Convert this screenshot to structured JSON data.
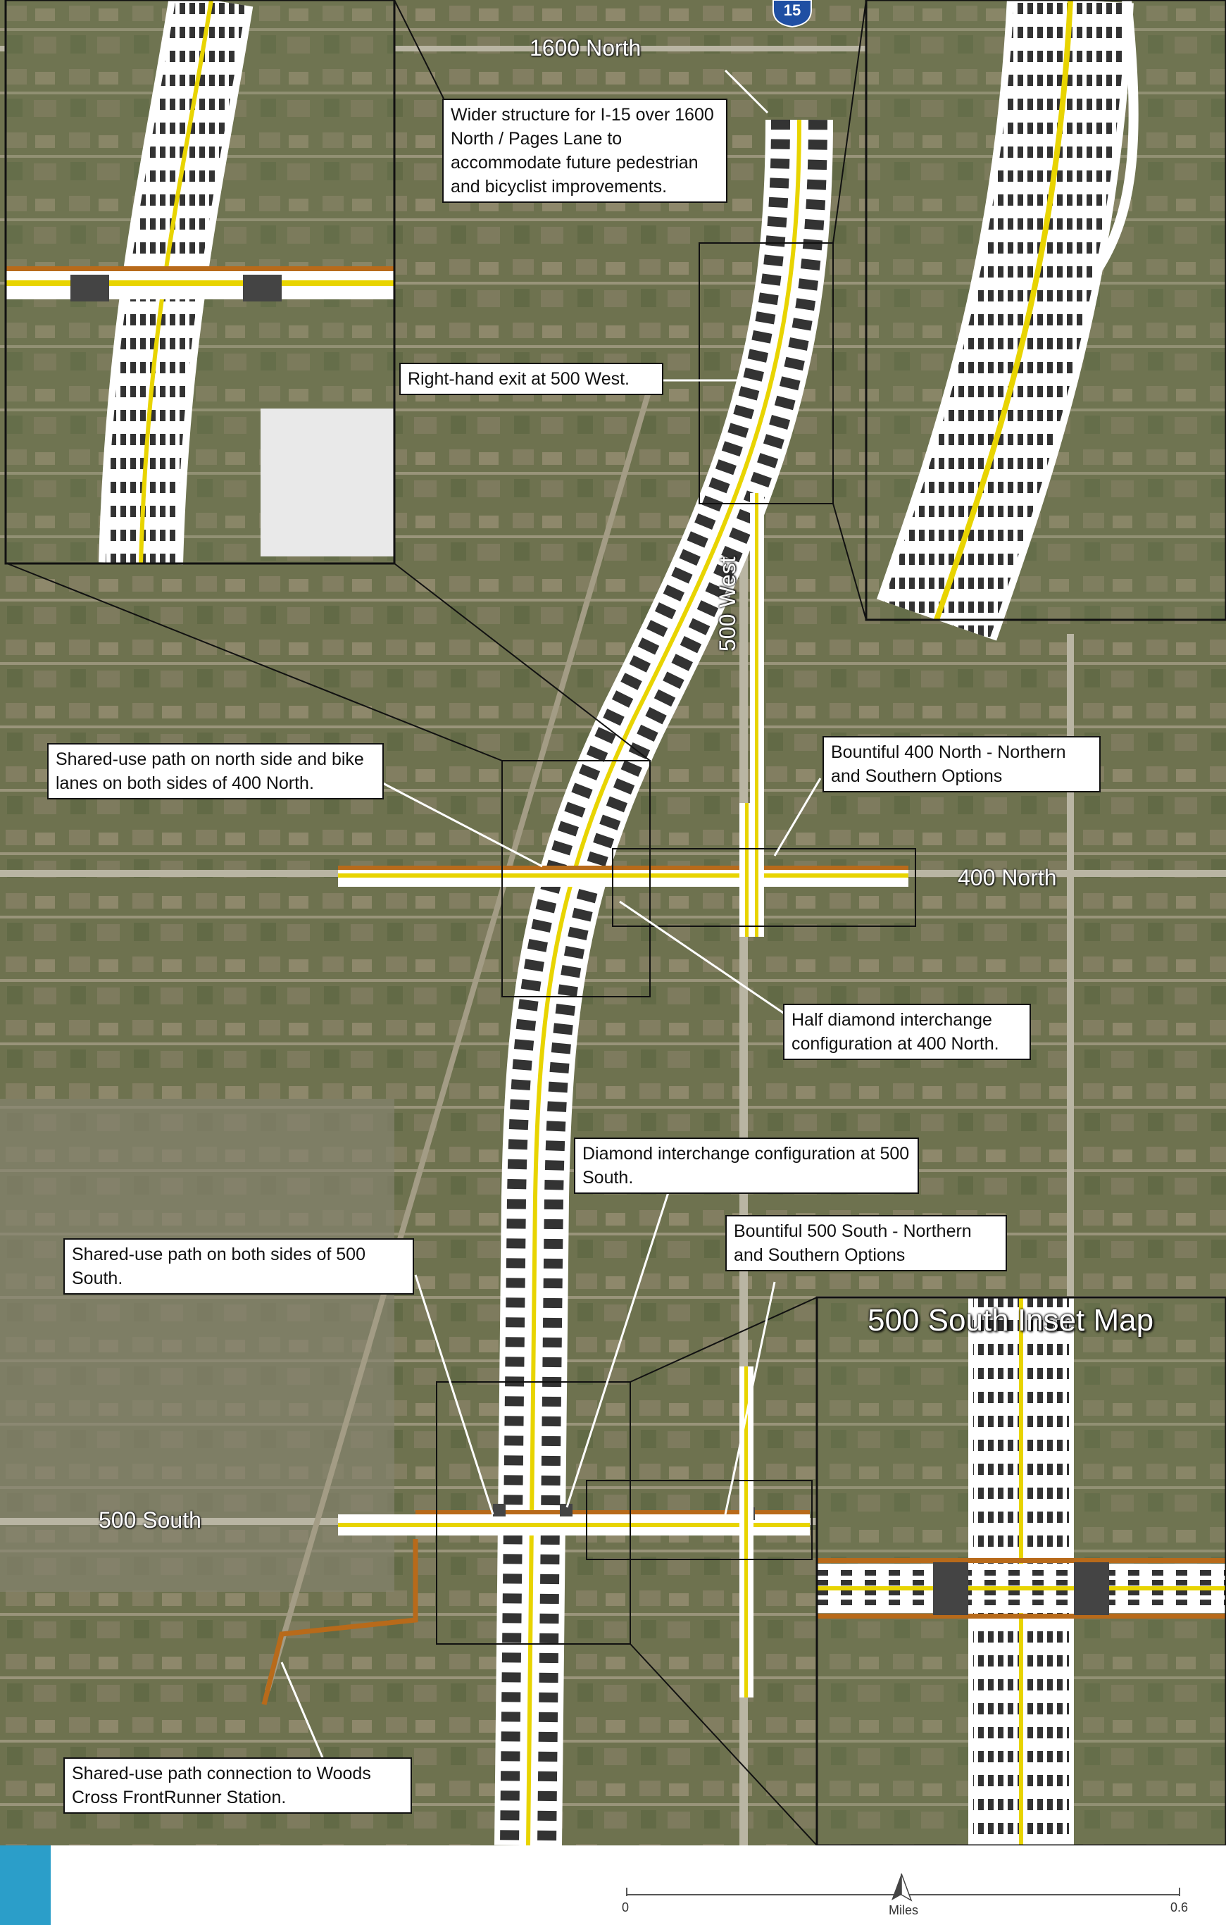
{
  "map": {
    "streets": {
      "n1600": "1600 North",
      "w500": "500 West",
      "n400": "400 North",
      "s500": "500 South"
    },
    "shield": "15",
    "inset_title": "500 South Inset Map",
    "callouts": {
      "wider_structure": "Wider structure for I-15 over 1600 North / Pages Lane to accommodate future pedestrian and bicyclist improvements.",
      "right_exit": "Right-hand exit at 500 West.",
      "shared_400": "Shared-use path on north side and bike lanes on both sides of 400 North.",
      "bountiful_400": "Bountiful 400 North - Northern and Southern Options",
      "half_diamond": "Half diamond interchange configuration at 400 North.",
      "diamond_500": "Diamond interchange configuration at 500 South.",
      "bountiful_500": "Bountiful 500 South - Northern and Southern Options",
      "shared_500": "Shared-use path on both sides of 500 South.",
      "frontrunner": "Shared-use path connection to Woods Cross FrontRunner Station."
    },
    "colors": {
      "aerial": "#7c7a5a",
      "roadway": "#ffffff",
      "median_line": "#e8d400",
      "path": "#b86a1a",
      "accent_bar": "#2b9ec9"
    }
  },
  "scale": {
    "label": "Miles",
    "min": "0",
    "max": "0.6"
  },
  "north_arrow_icon": "north-arrow-icon"
}
